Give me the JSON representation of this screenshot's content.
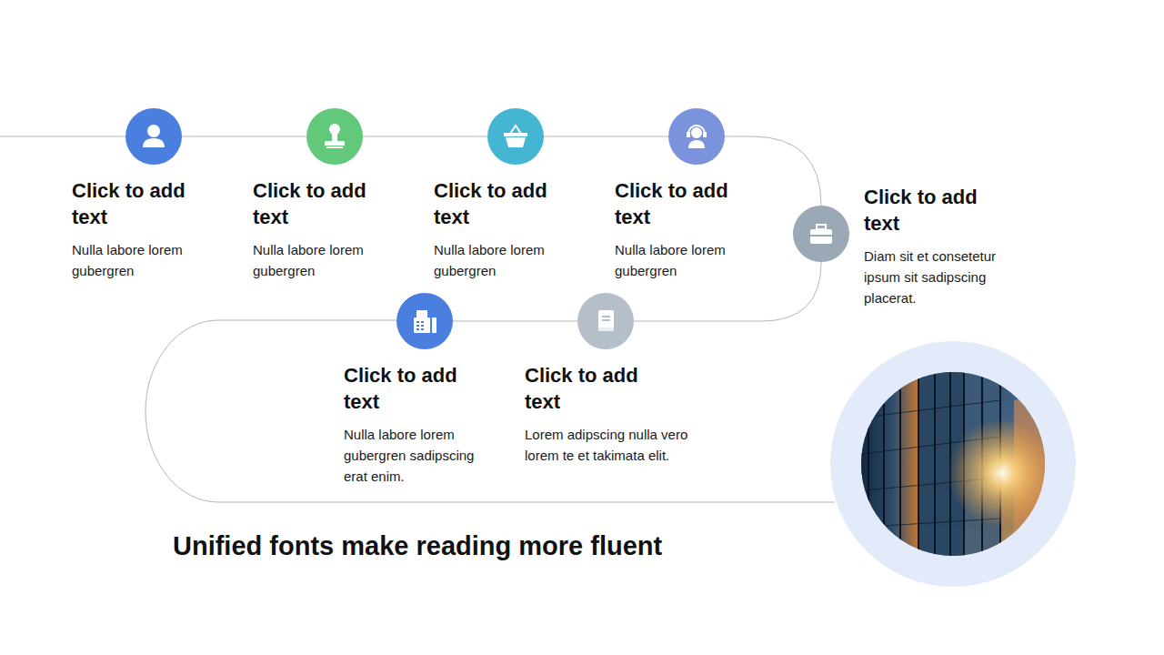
{
  "diagram": {
    "title": "Unified fonts make reading more fluent",
    "nodes": [
      {
        "text": [
          "Click to add text",
          "Nulla labore lorem gubergren"
        ]
      },
      {
        "text": [
          "Click to add text",
          "Nulla labore lorem gubergren"
        ]
      },
      {
        "text": [
          "Click to add text",
          "Nulla labore lorem gubergren"
        ]
      },
      {
        "text": [
          "Click to add text",
          "Nulla labore lorem gubergren"
        ]
      },
      {
        "text": [
          "Click to add text",
          "Diam sit et consetetur ipsum sit sadipscing placerat."
        ]
      },
      {
        "text": [
          "Click to add text",
          "Nulla labore lorem gubergren sadipscing erat enim."
        ]
      },
      {
        "text": [
          "Click to add text",
          "Lorem adipscing nulla vero lorem te et takimata elit."
        ]
      }
    ],
    "edges": [
      {
        "from": 0,
        "to": 1,
        "arrow": "none"
      },
      {
        "from": 1,
        "to": 2,
        "arrow": "none"
      },
      {
        "from": 2,
        "to": 3,
        "arrow": "none"
      },
      {
        "from": 3,
        "to": 4,
        "arrow": "none"
      },
      {
        "from": 4,
        "to": 6,
        "arrow": "none"
      },
      {
        "from": 6,
        "to": 5,
        "arrow": "none"
      }
    ]
  }
}
